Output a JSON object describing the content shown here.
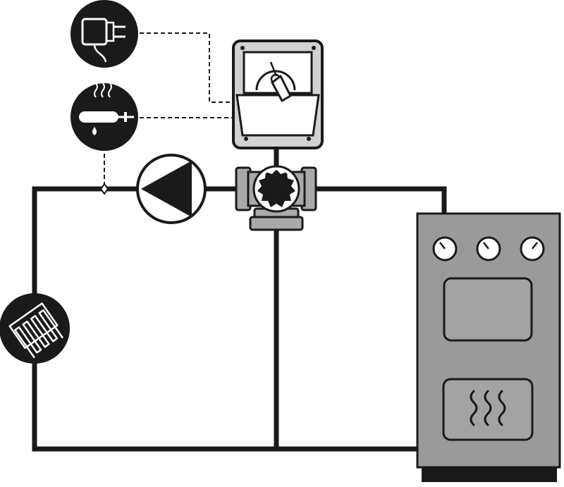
{
  "diagram": {
    "components": [
      {
        "id": "power-supply",
        "kind": "circle-icon",
        "icon": "power-adapter-icon"
      },
      {
        "id": "temperature-sensor",
        "kind": "circle-icon",
        "icon": "immersion-sensor-icon"
      },
      {
        "id": "actuator",
        "kind": "valve-actuator",
        "icon": "rotary-dial-icon"
      },
      {
        "id": "mixing-valve",
        "kind": "three-way-valve",
        "icon": "valve-knob-icon"
      },
      {
        "id": "pump",
        "kind": "circulation-pump",
        "icon": "pump-triangle-icon"
      },
      {
        "id": "floor-heating",
        "kind": "circle-icon",
        "icon": "underfloor-heating-coil-icon"
      },
      {
        "id": "boiler",
        "kind": "boiler",
        "icon": "boiler-icon",
        "dials": 3
      }
    ],
    "colors": {
      "line": "#1a1a1a",
      "boiler_body": "#9a9a9a",
      "boiler_panel": "#a3a3a3",
      "valve_body": "#a9a9a9",
      "actuator_body": "#d2d2d2",
      "icon_fill": "#1a1a1a",
      "icon_detail": "#ffffff",
      "background": "#ffffff"
    }
  }
}
